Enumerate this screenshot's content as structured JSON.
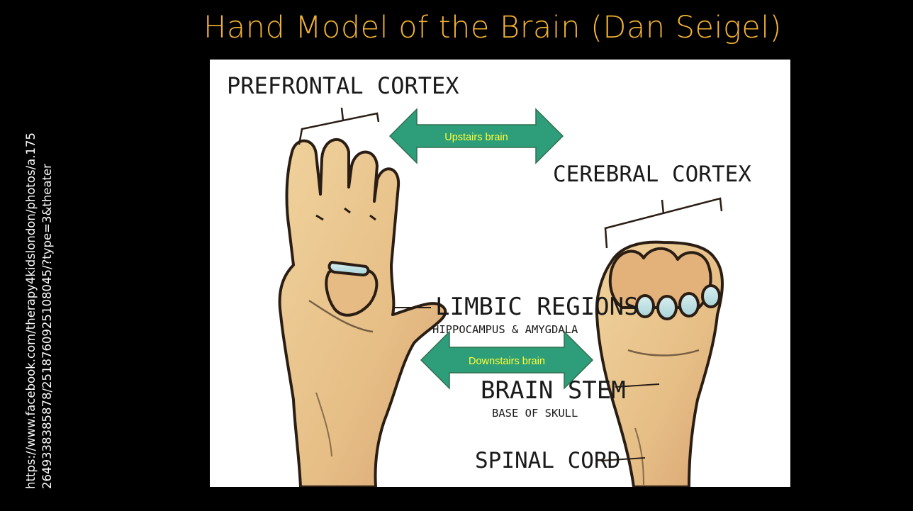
{
  "slide": {
    "title": "Hand Model of the Brain (Dan Seigel)",
    "source_url_line1": "https://www.facebook.com/therapy4kidslondon/photos/a.175",
    "source_url_line2": "2649338385878/2518760925108045/?type=3&theater"
  },
  "diagram": {
    "labels": {
      "prefrontal_cortex": "PREFRONTAL CORTEX",
      "cerebral_cortex": "CEREBRAL CORTEX",
      "limbic_regions": "LIMBIC REGIONS",
      "limbic_sub": "HIPPOCAMPUS & AMYGDALA",
      "brain_stem": "BRAIN STEM",
      "brain_stem_sub": "BASE OF SKULL",
      "spinal_cord": "SPINAL CORD"
    },
    "arrows": {
      "upstairs": "Upstairs brain",
      "downstairs": "Downstairs brain"
    },
    "colors": {
      "title": "#F2B233",
      "arrow_fill": "#2E9E7A",
      "arrow_text": "#FFFF33",
      "skin": "#E9C58C",
      "skin_shadow": "#D6A06B"
    }
  }
}
